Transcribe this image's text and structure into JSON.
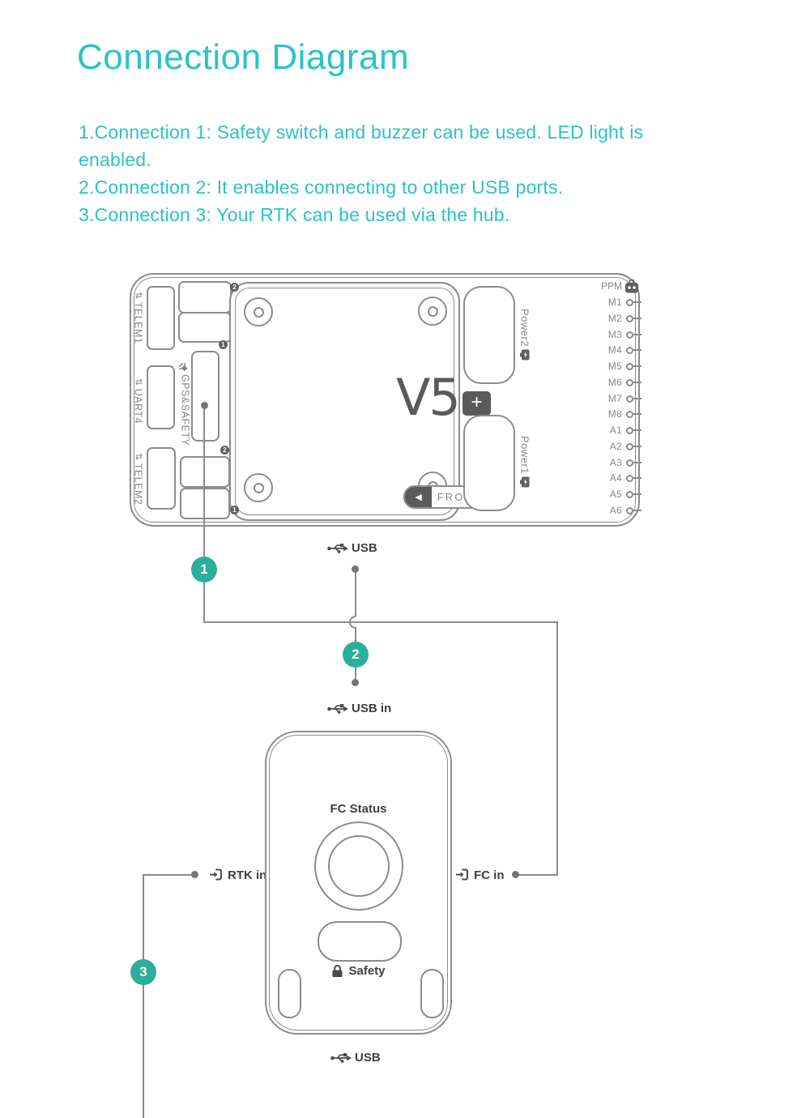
{
  "title": "Connection Diagram",
  "instructions": [
    "1.Connection 1: Safety switch and buzzer can be used. LED light is",
    "enabled.",
    "2.Connection 2: It enables connecting to other USB ports.",
    "3.Connection 3: Your RTK can be used via the hub."
  ],
  "colors": {
    "title_teal": "#2CC2C6",
    "marker_teal": "#2BAE9A",
    "line_gray": "#8C8C8C",
    "label_gray": "#868686",
    "dark_gray": "#4A4A4A"
  },
  "board": {
    "logo_text": "V5",
    "logo_badge": "+",
    "front_label": "FRONT",
    "telem1_label": "TELEM1",
    "uart4_label": "UART4",
    "telem2_label": "TELEM2",
    "gps_label": "GPS&SAFETY",
    "power2_label": "Power2",
    "power1_label": "Power1",
    "ppm_label": "PPM",
    "right_ports": [
      "M1",
      "M2",
      "M3",
      "M4",
      "M5",
      "M6",
      "M7",
      "M8",
      "A1",
      "A2",
      "A3",
      "A4",
      "A5",
      "A6"
    ],
    "pin_markers": [
      "2",
      "1",
      "2",
      "1"
    ]
  },
  "connections": {
    "usb_label": "USB",
    "usb_in_label": "USB in",
    "marker1": "1",
    "marker2": "2",
    "marker3": "3"
  },
  "hub": {
    "fc_status_label": "FC Status",
    "rtk_in_label": "RTK in",
    "fc_in_label": "FC in",
    "safety_label": "Safety",
    "usb_label": "USB"
  },
  "icons": {
    "telem_glyph": "⇅",
    "front_arrow_glyph": "◀"
  }
}
